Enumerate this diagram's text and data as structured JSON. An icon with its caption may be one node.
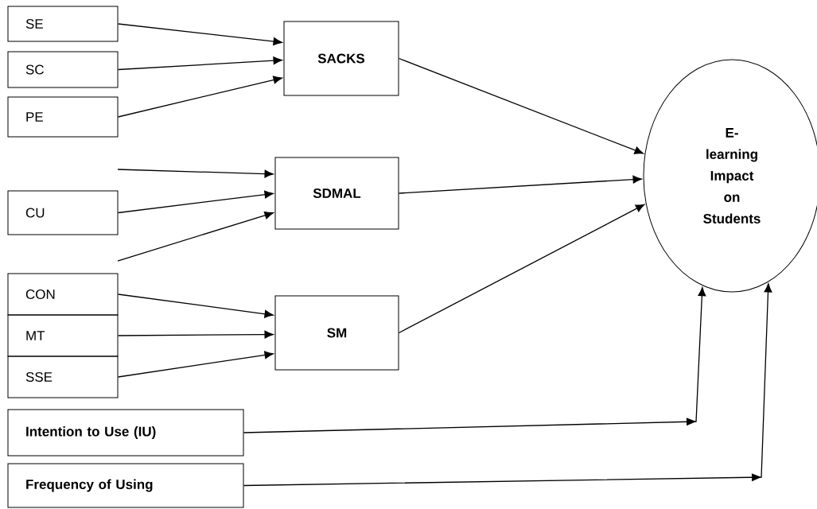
{
  "diagram": {
    "nodes": [
      {
        "text": [
          "SE"
        ]
      },
      {
        "text": [
          "SC"
        ]
      },
      {
        "text": [
          "PE"
        ]
      },
      {
        "text": [
          "CU"
        ]
      },
      {
        "text": [
          "CON"
        ]
      },
      {
        "text": [
          "MT"
        ]
      },
      {
        "text": [
          "SSE"
        ]
      },
      {
        "text": [
          "Intention to Use (IU)"
        ]
      },
      {
        "text": [
          "Frequency of Using"
        ]
      },
      {
        "text": [
          "SACKS"
        ]
      },
      {
        "text": [
          "SDMAL"
        ]
      },
      {
        "text": [
          "SM"
        ]
      },
      {
        "text": [
          "E-learning Impact on Students"
        ]
      }
    ],
    "edges": [
      {
        "from": 0,
        "to": 9,
        "arrow": "to"
      },
      {
        "from": 1,
        "to": 9,
        "arrow": "to"
      },
      {
        "from": 2,
        "to": 9,
        "arrow": "to"
      },
      {
        "from": null,
        "to": 10,
        "arrow": "to"
      },
      {
        "from": 3,
        "to": 10,
        "arrow": "to"
      },
      {
        "from": null,
        "to": 10,
        "arrow": "to"
      },
      {
        "from": 4,
        "to": 11,
        "arrow": "to"
      },
      {
        "from": 5,
        "to": 11,
        "arrow": "to"
      },
      {
        "from": 6,
        "to": 11,
        "arrow": "to"
      },
      {
        "from": 9,
        "to": 12,
        "arrow": "to"
      },
      {
        "from": 10,
        "to": 12,
        "arrow": "to"
      },
      {
        "from": 11,
        "to": 12,
        "arrow": "to"
      },
      {
        "from": 7,
        "to": 12,
        "arrow": "to"
      },
      {
        "from": 8,
        "to": 12,
        "arrow": "to"
      }
    ]
  }
}
